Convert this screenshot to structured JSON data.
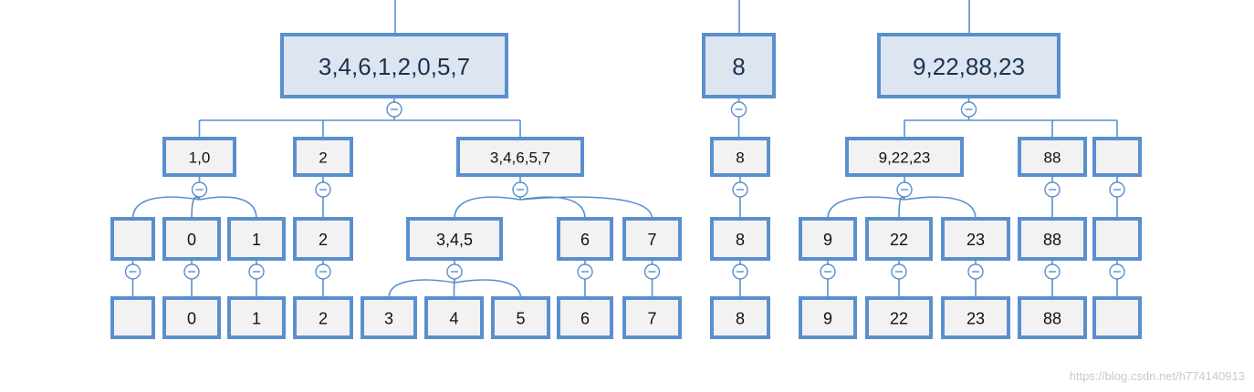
{
  "trees": [
    {
      "root": "3,4,6,1,2,0,5,7",
      "level2": [
        "1,0",
        "2",
        "3,4,6,5,7"
      ],
      "level3": [
        "",
        "0",
        "1",
        "2",
        "3,4,5",
        "6",
        "7"
      ],
      "level4": [
        "",
        "0",
        "1",
        "2",
        "3",
        "4",
        "5",
        "6",
        "7"
      ]
    },
    {
      "root": "8",
      "level2": [
        "8"
      ],
      "level3": [
        "8"
      ],
      "level4": [
        "8"
      ]
    },
    {
      "root": "9,22,88,23",
      "level2": [
        "9,22,23",
        "88",
        ""
      ],
      "level3": [
        "9",
        "22",
        "23",
        "88",
        ""
      ],
      "level4": [
        "9",
        "22",
        "23",
        "88",
        ""
      ]
    }
  ],
  "collapse_icon": "minus-circle-icon",
  "watermark": "https://blog.csdn.net/h774140913",
  "colors": {
    "border": "#5a8fcf",
    "root_fill": "#dde6f0",
    "node_fill": "#f2f2f2",
    "root_text": "#1b3153"
  }
}
